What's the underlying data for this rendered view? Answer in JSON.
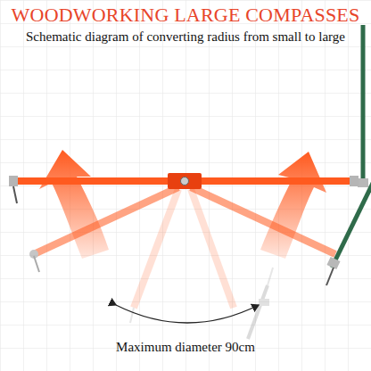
{
  "diagram": {
    "title": "WOODWORKING LARGE COMPASSES",
    "labels": [
      "Schematic diagram of converting radius from small to large",
      "Maximum diameter 90cm"
    ]
  }
}
